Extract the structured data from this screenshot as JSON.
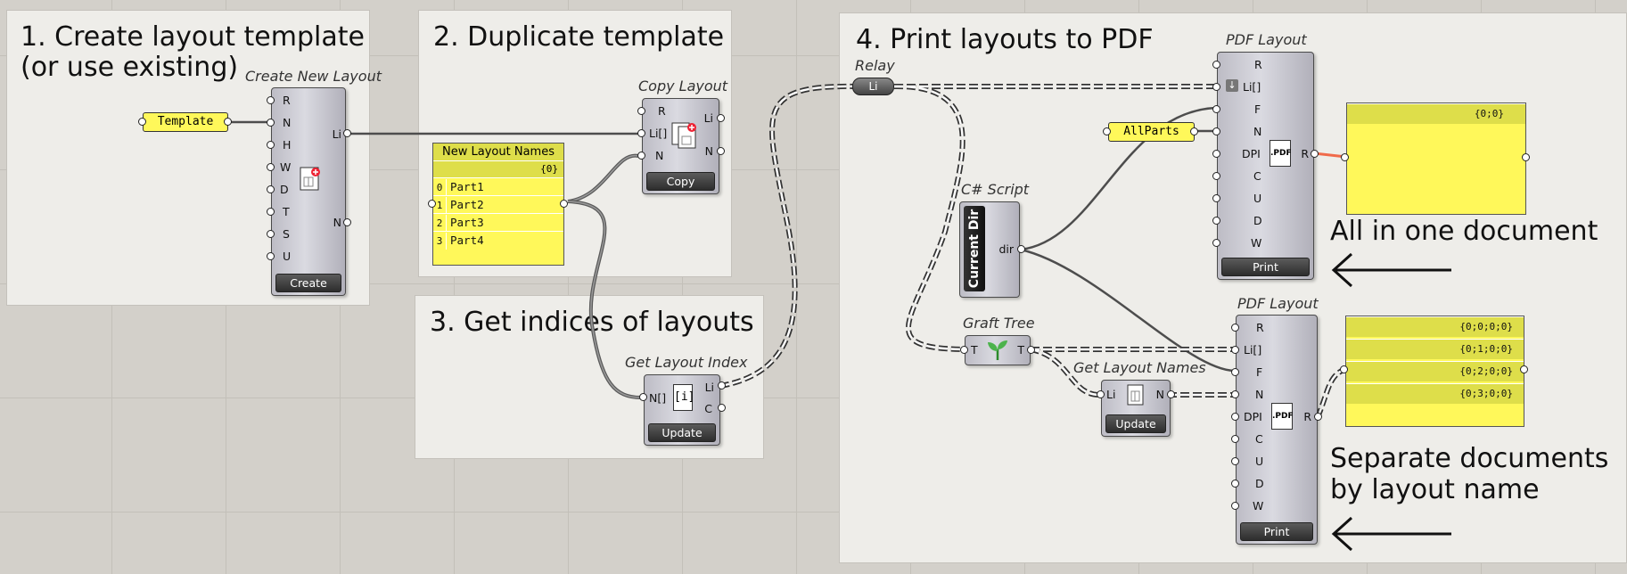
{
  "groups": {
    "g1_title": "1. Create layout template\n(or use existing)",
    "g2_title": "2. Duplicate template",
    "g3_title": "3. Get indices of layouts",
    "g4_title": "4. Print layouts to PDF"
  },
  "annotations": {
    "one_doc": "All in one document",
    "separate_docs": "Separate documents\nby layout name"
  },
  "params": {
    "template": "Template",
    "allparts": "AllParts"
  },
  "components": {
    "create_new_layout": {
      "title": "Create New Layout",
      "inputs": [
        "R",
        "N",
        "H",
        "W",
        "D",
        "T",
        "S",
        "U"
      ],
      "outputs": [
        "Li",
        "N"
      ],
      "button": "Create",
      "icon": "new-layout-icon"
    },
    "copy_layout": {
      "title": "Copy Layout",
      "inputs": [
        "R",
        "Li[]",
        "N"
      ],
      "outputs": [
        "Li",
        "N"
      ],
      "button": "Copy",
      "icon": "copy-layout-icon"
    },
    "get_layout_index": {
      "title": "Get Layout Index",
      "inputs": [
        "N[]"
      ],
      "outputs": [
        "Li",
        "C"
      ],
      "button": "Update",
      "icon_text": "[i]"
    },
    "relay": {
      "title": "Relay",
      "label": "Li"
    },
    "csharp_script": {
      "title": "C# Script",
      "label": "Current Dir",
      "output": "dir"
    },
    "graft_tree": {
      "title": "Graft Tree",
      "input": "T",
      "output": "T",
      "icon": "sprout-icon"
    },
    "get_layout_names": {
      "title": "Get Layout Names",
      "input": "Li",
      "output": "N",
      "button": "Update",
      "icon": "layout-names-icon"
    },
    "pdf_layout_1": {
      "title": "PDF Layout",
      "inputs": [
        "R",
        "Li[]",
        "F",
        "N",
        "DPI",
        "C",
        "U",
        "D",
        "W"
      ],
      "output": "R",
      "button": "Print",
      "icon_text": ".PDF"
    },
    "pdf_layout_2": {
      "title": "PDF Layout",
      "inputs": [
        "R",
        "Li[]",
        "F",
        "N",
        "DPI",
        "C",
        "U",
        "D",
        "W"
      ],
      "output": "R",
      "button": "Print",
      "icon_text": ".PDF"
    }
  },
  "panels": {
    "names": {
      "header": "New Layout Names",
      "path": "{0}",
      "rows": [
        {
          "index": "0",
          "value": "Part1"
        },
        {
          "index": "1",
          "value": "Part2"
        },
        {
          "index": "2",
          "value": "Part3"
        },
        {
          "index": "3",
          "value": "Part4"
        }
      ]
    },
    "result_one": {
      "rows": [
        "{0;0}"
      ]
    },
    "result_many": {
      "rows": [
        "{0;0;0;0}",
        "{0;1;0;0}",
        "{0;2;0;0}",
        "{0;3;0;0}"
      ]
    }
  },
  "colors": {
    "canvas": "#d3d0ca",
    "group": "#eeede9",
    "panel": "#fff85a",
    "wire": "#4d4d4d",
    "active_wire": "#f06a4a"
  }
}
